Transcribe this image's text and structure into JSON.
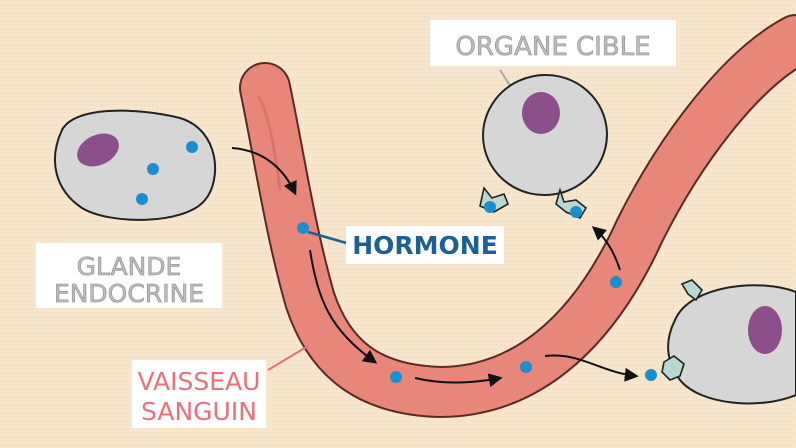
{
  "labels": {
    "target_organ": "ORGANE CIBLE",
    "endocrine_gland_line1": "GLANDE",
    "endocrine_gland_line2": "ENDOCRINE",
    "hormone": "HORMONE",
    "blood_vessel_line1": "VAISSEAU",
    "blood_vessel_line2": "SANGUIN"
  },
  "colors": {
    "background": "#f7e6cc",
    "vessel": "#e9867a",
    "vessel_outline": "#5a2a24",
    "cell_body": "#d6d6d6",
    "nucleus": "#8b4f8b",
    "hormone_dot": "#1a8fcf",
    "receptor": "#b9d8d0",
    "label_grey": "#bdbdbd",
    "label_blue": "#1f5f92",
    "label_red": "#e8707a"
  }
}
